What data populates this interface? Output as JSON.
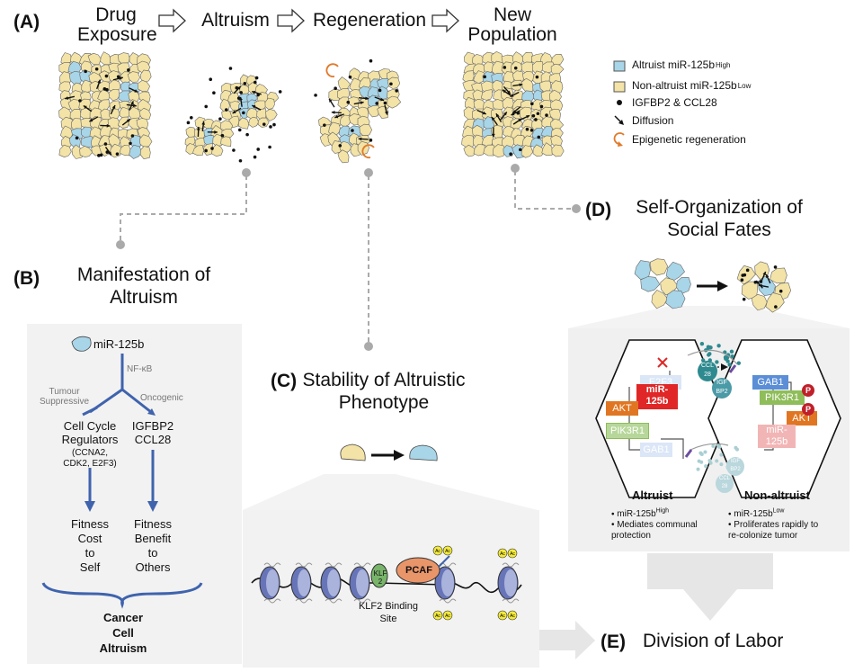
{
  "panelA": {
    "label": "(A)",
    "steps": [
      "Drug\nExposure",
      "Altruism",
      "Regeneration",
      "New\nPopulation"
    ],
    "legend": [
      {
        "icon": "altruist-swatch",
        "text": "Altruist miR-125b",
        "sup": "High",
        "color": "#a8d5e8"
      },
      {
        "icon": "non-altruist-swatch",
        "text": "Non-altruist miR-125b",
        "sup": "Low",
        "color": "#f3e3a6"
      },
      {
        "icon": "dot-icon",
        "text": "IGFBP2 & CCL28"
      },
      {
        "icon": "arrow-icon",
        "text": "Diffusion"
      },
      {
        "icon": "circular-arrow-icon",
        "text": "Epigenetic regeneration",
        "color": "#e07a2a"
      }
    ]
  },
  "panelB": {
    "label": "(B)",
    "title": "Manifestation of\nAltruism",
    "mir": "miR-125b",
    "nfkb": "NF-κB",
    "tumour": "Tumour\nSuppressive",
    "oncogenic": "Oncogenic",
    "cellcycle": "Cell Cycle\nRegulators",
    "cellcycle_sub": "(CCNA2,\nCDK2, E2F3)",
    "igfbp": "IGFBP2\nCCL28",
    "cost": "Fitness\nCost\nto\nSelf",
    "benefit": "Fitness\nBenefit\nto\nOthers",
    "conclusion": "Cancer\nCell\nAltruism"
  },
  "panelC": {
    "label": "(C)",
    "title": "Stability of Altruistic\nPhenotype",
    "klf2": "KLF\n2",
    "pcaf": "PCAF",
    "ac": "Ac",
    "binding": "KLF2 Binding\nSite"
  },
  "panelD": {
    "label": "(D)",
    "title": "Self-Organization of\nSocial Fates",
    "altruist": {
      "title": "Altruist",
      "bullets": [
        "miR-125b^High",
        "Mediates communal\nprotection"
      ],
      "genes": [
        "E2F3",
        "miR-\n125b",
        "AKT",
        "PIK3R1",
        "GAB1"
      ]
    },
    "nonaltruist": {
      "title": "Non-altruist",
      "bullets": [
        "miR-125b^Low",
        "Proliferates rapidly to\nre-colonize tumor"
      ],
      "genes": [
        "GAB1",
        "PIK3R1",
        "AKT",
        "miR-\n125b"
      ]
    },
    "ccl28": "CCL\n28",
    "igfbp2": "IGF\nBP2",
    "p": "P"
  },
  "panelE": {
    "label": "(E)",
    "title": "Division of Labor"
  },
  "colors": {
    "altruist": "#a8d5e8",
    "nonaltruist": "#f3e3a6",
    "arrow_blue": "#3f63ad",
    "connector": "#aaaaaa",
    "box": "#f2f2f2",
    "mir_red": "#e02626",
    "akt": "#e07622",
    "pik3r1": "#8fbd5a",
    "gab1": "#5b8ed6",
    "ccl": "#2e8a8f",
    "pcaf": "#e9956a",
    "klf": "#78b46a",
    "ac": "#f2e93d"
  }
}
